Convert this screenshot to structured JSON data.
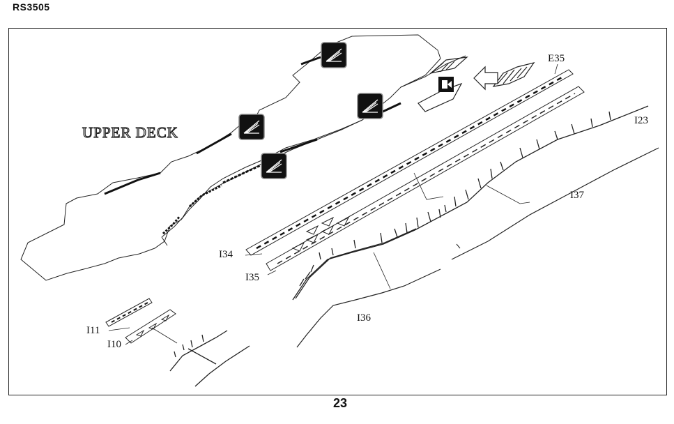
{
  "header": {
    "code": "RS3505"
  },
  "deck_title": "UPPER DECK",
  "labels": {
    "e35": "E35",
    "i23": "I23",
    "i37": "I37",
    "i34": "I34",
    "i35": "I35",
    "i36": "I36",
    "i11": "I11",
    "i10": "I10"
  },
  "icons": [
    "gallery-icon",
    "gallery-icon",
    "gallery-icon",
    "gallery-icon",
    "flip-part-icon"
  ],
  "page_number": "23"
}
